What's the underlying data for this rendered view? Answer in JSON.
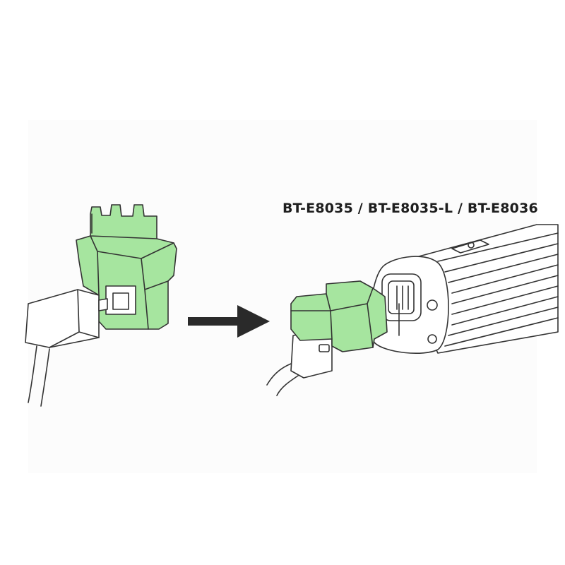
{
  "label": {
    "models": "BT-E8035 / BT-E8035-L / BT-E8036"
  },
  "colors": {
    "adapter_green": "#a6e59f",
    "line": "#333333",
    "arrow": "#2a2a2a"
  },
  "icons": [
    "charger-plug",
    "adapter",
    "arrow-right",
    "battery"
  ]
}
